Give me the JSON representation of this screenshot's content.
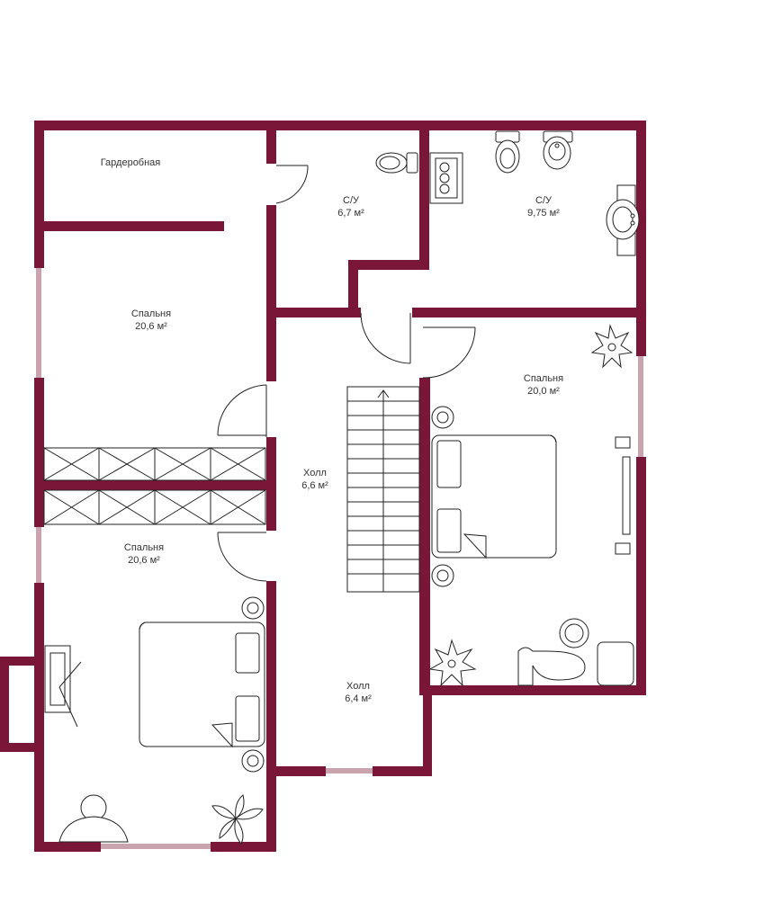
{
  "colors": {
    "wall": "#7a1738",
    "window": "#c9a3ad",
    "line": "#222222",
    "background": "#ffffff"
  },
  "rooms": [
    {
      "id": "wardrobe",
      "name": "Гардеробная",
      "area": ""
    },
    {
      "id": "bath-small",
      "name": "С/У",
      "area": "6,7 м²"
    },
    {
      "id": "bath-large",
      "name": "С/У",
      "area": "9,75 м²"
    },
    {
      "id": "bedroom-top-left",
      "name": "Спальня",
      "area": "20,6 м²"
    },
    {
      "id": "bedroom-right",
      "name": "Спальня",
      "area": "20,0 м²"
    },
    {
      "id": "hall-upper",
      "name": "Холл",
      "area": "6,6 м²"
    },
    {
      "id": "bedroom-bottom-left",
      "name": "Спальня",
      "area": "20,6 м²"
    },
    {
      "id": "hall-lower",
      "name": "Холл",
      "area": "6,4 м²"
    }
  ]
}
